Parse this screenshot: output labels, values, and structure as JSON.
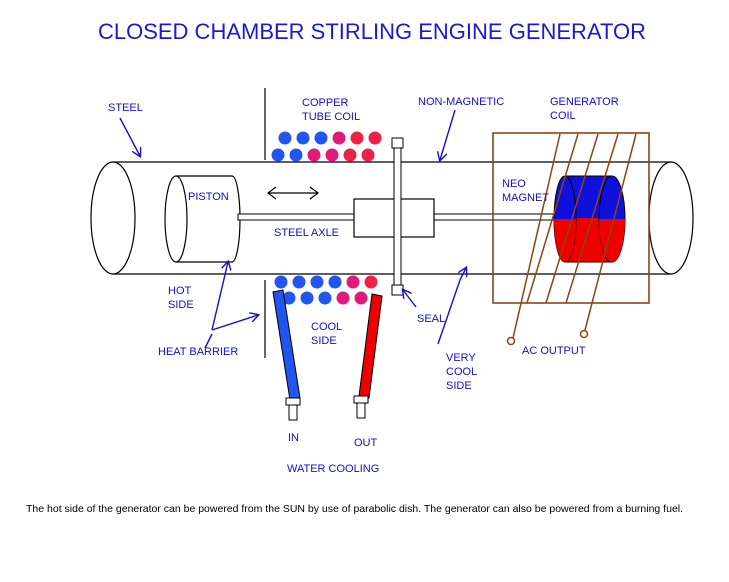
{
  "title": "CLOSED CHAMBER STIRLING ENGINE GENERATOR",
  "labels": {
    "steel": "STEEL",
    "copper_line1": "COPPER",
    "copper_line2": "TUBE COIL",
    "non_magnetic": "NON-MAGNETIC",
    "generator_line1": "GENERATOR",
    "generator_line2": "COIL",
    "piston": "PISTON",
    "neo_line1": "NEO",
    "neo_line2": "MAGNET",
    "steel_axle": "STEEL  AXLE",
    "hot_line1": "HOT",
    "hot_line2": "SIDE",
    "heat_barrier": "HEAT BARRIER",
    "cool_line1": "COOL",
    "cool_line2": "SIDE",
    "seal": "SEAL",
    "very_cool_line1": "VERY",
    "very_cool_line2": "COOL",
    "very_cool_line3": "SIDE",
    "ac_output": "AC OUTPUT",
    "in": "IN",
    "out": "OUT",
    "water_cooling": "WATER COOLING"
  },
  "caption": "The hot side of the generator can be powered from the SUN by use of parabolic dish. The generator can also be powered from a burning fuel.",
  "colors": {
    "label_blue": "#1010c8",
    "coil_blue": "#2255ee",
    "coil_red": "#ee2244",
    "coil_pink": "#e01a78",
    "magnet_blue": "#1010dd",
    "magnet_red": "#ee0000",
    "frame_brown": "#8b4513"
  }
}
